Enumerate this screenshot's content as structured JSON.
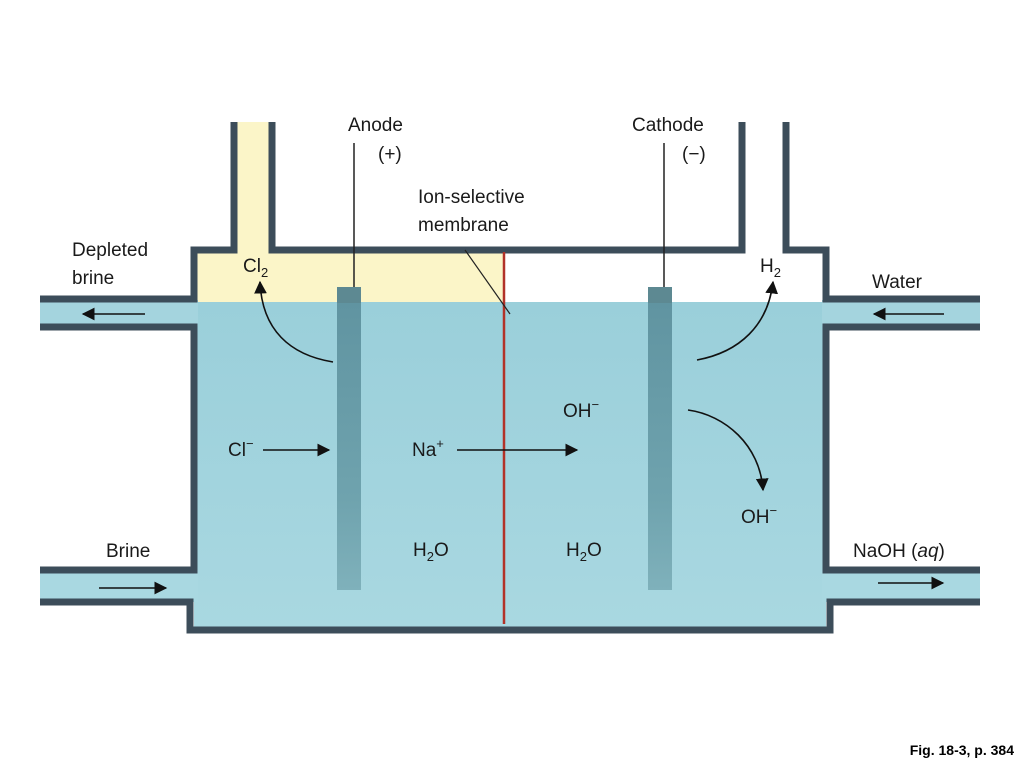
{
  "labels": {
    "anode": "Anode",
    "anode_sign": "(+)",
    "cathode": "Cathode",
    "cathode_sign": "(−)",
    "membrane_line1": "Ion-selective",
    "membrane_line2": "membrane",
    "depleted_line1": "Depleted",
    "depleted_line2": "brine",
    "water": "Water",
    "brine": "Brine",
    "naoh": "NaOH",
    "naoh_state": "aq"
  },
  "species": {
    "cl2_base": "Cl",
    "cl2_sub": "2",
    "h2_base": "H",
    "h2_sub": "2",
    "cl_minus_base": "Cl",
    "cl_minus_sup": "−",
    "na_plus_base": "Na",
    "na_plus_sup": "+",
    "oh_minus_base": "OH",
    "oh_minus_sup": "−",
    "water_base": "H",
    "water_sub": "2",
    "water_tail": "O"
  },
  "caption": "Fig. 18-3, p. 384",
  "colors": {
    "solution": "#a4d4de",
    "solution_deep": "#8fc6d2",
    "chlorine_gas": "#fbf5c8",
    "wall": "#3c4d5a",
    "electrode": "#6a9ca7",
    "membrane": "#b23228",
    "arrow": "#111111"
  }
}
